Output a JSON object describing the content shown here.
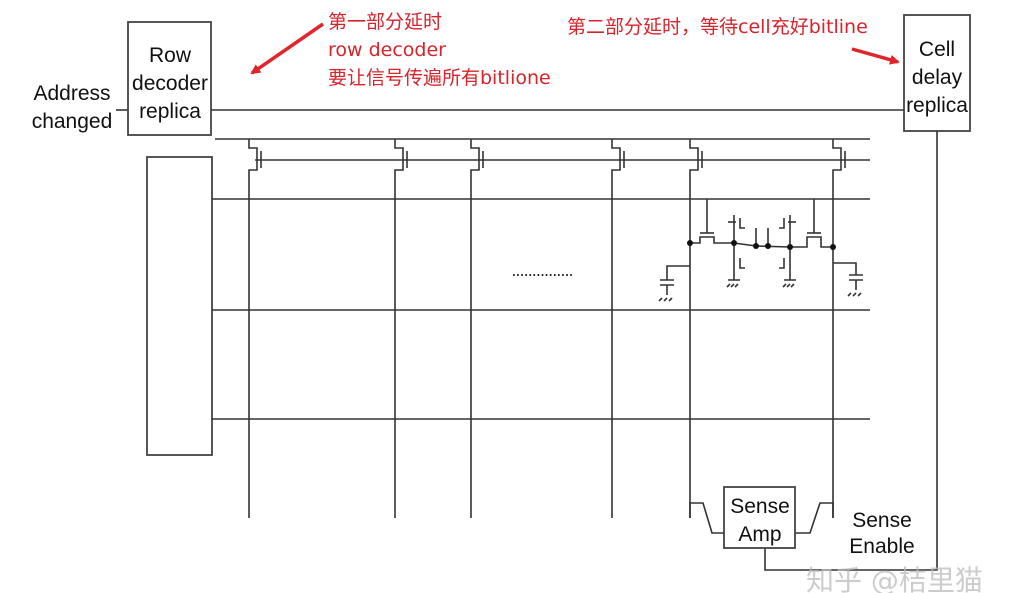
{
  "diagram": {
    "address_label": [
      "Address",
      "changed"
    ],
    "row_decoder_replica": [
      "Row",
      "decoder",
      "replica"
    ],
    "cell_delay_replica": [
      "Cell",
      "delay",
      "replica"
    ],
    "sense_amp": [
      "Sense",
      "Amp"
    ],
    "sense_enable": [
      "Sense",
      "Enable"
    ],
    "ellipsis": "...............",
    "annotation_1": [
      "第一部分延时",
      "row decoder",
      "要让信号传遍所有bitlione"
    ],
    "annotation_2": "第二部分延时，等待cell充好bitline",
    "watermark": "知乎 @桔里猫",
    "colors": {
      "annotation": "#d8232a",
      "wire": "#333333"
    }
  }
}
